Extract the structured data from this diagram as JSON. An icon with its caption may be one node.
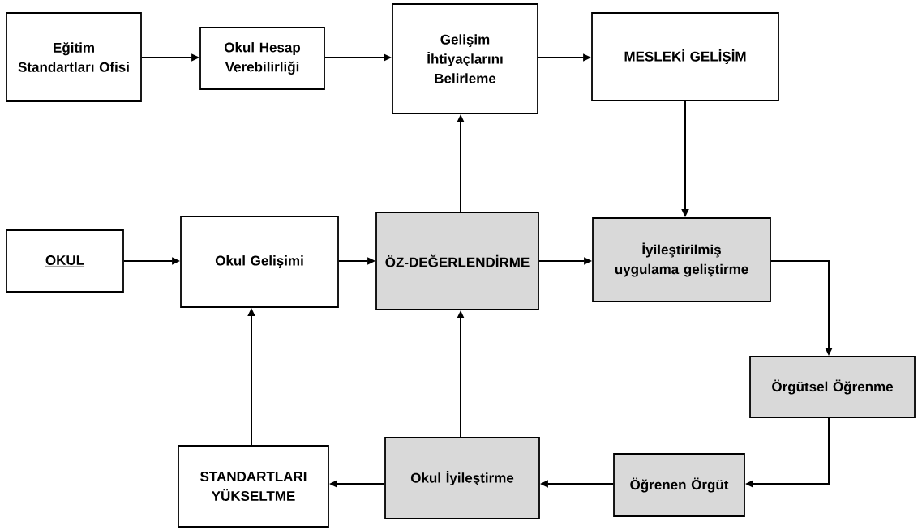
{
  "diagram": {
    "nodes": [
      {
        "text": [
          "Eğitim Standartları Ofisi"
        ]
      },
      {
        "text": [
          "Okul Hesap Verebilirliği"
        ]
      },
      {
        "text": [
          "Gelişim İhtiyaçlarını Belirleme"
        ]
      },
      {
        "text": [
          "MESLEKİ GELİŞİM"
        ]
      },
      {
        "text": [
          "OKUL"
        ]
      },
      {
        "text": [
          "Okul Gelişimi"
        ]
      },
      {
        "text": [
          "ÖZ-DEĞERLENDİRME"
        ]
      },
      {
        "text": [
          "İyileştirilmiş uygulama geliştirme"
        ]
      },
      {
        "text": [
          "Örgütsel Öğrenme"
        ]
      },
      {
        "text": [
          "Öğrenen Örgüt"
        ]
      },
      {
        "text": [
          "Okul İyileştirme"
        ]
      },
      {
        "text": [
          "STANDARTLARI YÜKSELTME"
        ]
      }
    ],
    "edges": [
      {
        "from": 0,
        "to": 1,
        "arrow": "to"
      },
      {
        "from": 1,
        "to": 2,
        "arrow": "to"
      },
      {
        "from": 2,
        "to": 3,
        "arrow": "to"
      },
      {
        "from": 3,
        "to": 7,
        "arrow": "to"
      },
      {
        "from": 4,
        "to": 5,
        "arrow": "to"
      },
      {
        "from": 5,
        "to": 6,
        "arrow": "to"
      },
      {
        "from": 6,
        "to": 7,
        "arrow": "to"
      },
      {
        "from": 7,
        "to": 8,
        "arrow": "to"
      },
      {
        "from": 8,
        "to": 9,
        "arrow": "to"
      },
      {
        "from": 9,
        "to": 10,
        "arrow": "to"
      },
      {
        "from": 10,
        "to": 11,
        "arrow": "to"
      },
      {
        "from": 10,
        "to": 6,
        "arrow": "to"
      },
      {
        "from": 6,
        "to": 2,
        "arrow": "to"
      },
      {
        "from": 11,
        "to": 5,
        "arrow": "to"
      }
    ]
  }
}
